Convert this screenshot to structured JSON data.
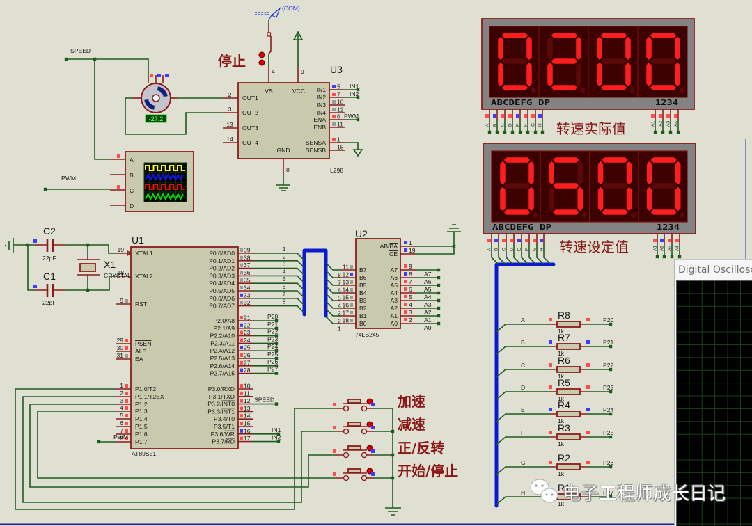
{
  "oscilloscope_window": {
    "title": "Digital Oscilloscope"
  },
  "logic_colors": {
    "high": "#ff4d4d",
    "low": "#3c3cff",
    "float": "#9a9a9a"
  },
  "segment_colors": {
    "on": "#ff1e1e",
    "off": "#5a0808"
  },
  "nets": {
    "speed": "SPEED",
    "pwm": "PWM"
  },
  "motor": {
    "reading": "-27.2",
    "pin_states": [
      "high",
      "low",
      "low"
    ]
  },
  "scope_symbol": {
    "channels": [
      {
        "label": "A",
        "state": "high"
      },
      {
        "label": "B",
        "state": null
      },
      {
        "label": "C",
        "state": "high"
      },
      {
        "label": "D",
        "state": null
      }
    ],
    "trace_colors": [
      "#ffff00",
      "#1010ff",
      "#ff0000",
      "#00e000"
    ]
  },
  "stop_switch": {
    "label": "停止",
    "com_label": "(COM)"
  },
  "crystal": {
    "ref": "X1",
    "part": "CRYSTAL"
  },
  "capacitors": [
    {
      "ref": "C2",
      "value": "22pF",
      "state": "low"
    },
    {
      "ref": "C1",
      "value": "22pF",
      "state": "low"
    }
  ],
  "u1": {
    "ref": "U1",
    "part": "AT89S51",
    "left_pins": [
      {
        "num": "19",
        "name": "XTAL1",
        "state": null
      },
      {
        "num": "18",
        "name": "XTAL2",
        "state": null
      },
      {
        "num": "9",
        "name": "RST",
        "state": "float"
      },
      {
        "num": "29",
        "name": "",
        "bar": "PSEN",
        "state": "high"
      },
      {
        "num": "30",
        "name": "ALE",
        "state": "high"
      },
      {
        "num": "31",
        "name": "",
        "bar": "EA",
        "state": "float"
      },
      {
        "num": "1",
        "name": "P1.0/T2",
        "state": "high"
      },
      {
        "num": "2",
        "name": "P1.1/T2EX",
        "state": "high"
      },
      {
        "num": "3",
        "name": "P1.2",
        "state": "high"
      },
      {
        "num": "4",
        "name": "P1.3",
        "state": "high"
      },
      {
        "num": "5",
        "name": "P1.4",
        "state": "high"
      },
      {
        "num": "6",
        "name": "P1.5",
        "state": "high"
      },
      {
        "num": "7",
        "name": "P1.6",
        "state": "high"
      },
      {
        "num": "8",
        "name": "P1.7",
        "state": "high",
        "net": "PWM"
      }
    ],
    "right_pins": [
      {
        "num": "39",
        "name": "P0.0/AD0",
        "state": "float",
        "net": "1"
      },
      {
        "num": "38",
        "name": "P0.1/AD1",
        "state": "float",
        "net": "2"
      },
      {
        "num": "37",
        "name": "P0.2/AD2",
        "state": "float",
        "net": "3"
      },
      {
        "num": "36",
        "name": "P0.3/AD3",
        "state": "float",
        "net": "4"
      },
      {
        "num": "35",
        "name": "P0.4/AD4",
        "state": "float",
        "net": "5"
      },
      {
        "num": "34",
        "name": "P0.5/AD5",
        "state": "float",
        "net": "6"
      },
      {
        "num": "33",
        "name": "P0.6/AD6",
        "state": "low",
        "net": "7"
      },
      {
        "num": "32",
        "name": "P0.7/AD7",
        "state": "float",
        "net": "8"
      },
      {
        "num": "21",
        "name": "P2.0/A8",
        "state": "high",
        "net": "P20"
      },
      {
        "num": "22",
        "name": "P2.1/A9",
        "state": "low",
        "net": "P21"
      },
      {
        "num": "23",
        "name": "P2.2/A10",
        "state": "high",
        "net": "P22"
      },
      {
        "num": "24",
        "name": "P2.3/A11",
        "state": "high",
        "net": "P23"
      },
      {
        "num": "25",
        "name": "P2.4/A12",
        "state": "low",
        "net": "P24"
      },
      {
        "num": "26",
        "name": "P2.5/A13",
        "state": "high",
        "net": "P25"
      },
      {
        "num": "27",
        "name": "P2.6/A14",
        "state": "high",
        "net": "P26"
      },
      {
        "num": "28",
        "name": "P2.7/A15",
        "state": "low",
        "net": "P27"
      },
      {
        "num": "10",
        "name": "P3.0/RXD",
        "state": "high"
      },
      {
        "num": "11",
        "name": "P3.1/TXD",
        "state": "high"
      },
      {
        "num": "12",
        "name": "P3.2/",
        "bar": "INT0",
        "state": "high",
        "net": "SPEED"
      },
      {
        "num": "13",
        "name": "P3.3/",
        "bar": "INT1",
        "state": "high"
      },
      {
        "num": "14",
        "name": "P3.4/T0",
        "state": "high"
      },
      {
        "num": "15",
        "name": "P3.5/T1",
        "state": "high"
      },
      {
        "num": "16",
        "name": "P3.6/",
        "bar": "WR",
        "state": "low",
        "net": "IN1"
      },
      {
        "num": "17",
        "name": "P3.7/",
        "bar": "RD",
        "state": "high",
        "net": "IN2"
      }
    ]
  },
  "u2": {
    "ref": "U2",
    "part": "74LS245",
    "left_pins": [
      {
        "num": "11",
        "name": "B7",
        "state": "float",
        "net": "8"
      },
      {
        "num": "12",
        "name": "B6",
        "state": "low",
        "net": "7"
      },
      {
        "num": "13",
        "name": "B5",
        "state": "float",
        "net": "6"
      },
      {
        "num": "14",
        "name": "B4",
        "state": "float",
        "net": "5"
      },
      {
        "num": "15",
        "name": "B3",
        "state": "float",
        "net": "4"
      },
      {
        "num": "16",
        "name": "B2",
        "state": "float",
        "net": "3"
      },
      {
        "num": "17",
        "name": "B1",
        "state": "float",
        "net": "2"
      },
      {
        "num": "18",
        "name": "B0",
        "state": "float",
        "net": "1"
      }
    ],
    "right_pins": [
      {
        "num": "1",
        "name": "AB/",
        "bar": "BA",
        "state": "low"
      },
      {
        "num": "19",
        "name": "",
        "bar": "CE",
        "state": "low"
      },
      {
        "num": "9",
        "name": "A7",
        "state": "high",
        "net": "A7"
      },
      {
        "num": "8",
        "name": "A6",
        "state": "low",
        "net": "A6"
      },
      {
        "num": "7",
        "name": "A5",
        "state": "high",
        "net": "A5"
      },
      {
        "num": "6",
        "name": "A4",
        "state": "high",
        "net": "A4"
      },
      {
        "num": "5",
        "name": "A3",
        "state": "high",
        "net": "A3"
      },
      {
        "num": "4",
        "name": "A2",
        "state": "high",
        "net": "A2"
      },
      {
        "num": "3",
        "name": "A1",
        "state": "high",
        "net": "A1"
      },
      {
        "num": "2",
        "name": "A0",
        "state": "high",
        "net": "A0"
      }
    ]
  },
  "u3": {
    "ref": "U3",
    "part": "L298",
    "left_pins": [
      {
        "num": "2",
        "name": "OUT1"
      },
      {
        "num": "3",
        "name": "OUT2"
      },
      {
        "num": "13",
        "name": "OUT3"
      },
      {
        "num": "14",
        "name": "OUT4"
      }
    ],
    "top_pins": [
      {
        "num": "4",
        "name": "VS"
      },
      {
        "num": "9",
        "name": "VCC"
      }
    ],
    "bottom_pins": [
      {
        "num": "8",
        "name": "GND"
      }
    ],
    "right_pins": [
      {
        "num": "5",
        "name": "IN1",
        "state": "low",
        "net": "IN1"
      },
      {
        "num": "7",
        "name": "IN2",
        "state": "high",
        "net": "IN2"
      },
      {
        "num": "10",
        "name": "IN3",
        "state": "float"
      },
      {
        "num": "12",
        "name": "IN4",
        "state": "float"
      },
      {
        "num": "6",
        "name": "ENA",
        "state": "high",
        "net": "PWM"
      },
      {
        "num": "11",
        "name": "ENB",
        "state": "float"
      },
      {
        "num": "1",
        "name": "SENSA",
        "state": "high"
      },
      {
        "num": "15",
        "name": "SENSB",
        "state": null
      }
    ]
  },
  "displays": [
    {
      "digits": "0200",
      "segment_label": "ABCDEFG DP",
      "digit_label": "1234",
      "caption": "转速实际值",
      "pins": [
        {
          "label": "A",
          "state": "high"
        },
        {
          "label": "B",
          "state": "low"
        },
        {
          "label": "C",
          "state": "high"
        },
        {
          "label": "D",
          "state": "high"
        },
        {
          "label": "E",
          "state": "low"
        },
        {
          "label": "F",
          "state": "high"
        },
        {
          "label": "G",
          "state": "high"
        },
        {
          "label": "H",
          "state": "low"
        }
      ],
      "digit_pins": [
        {
          "label": "A1",
          "state": "high"
        },
        {
          "label": "A2",
          "state": "high"
        },
        {
          "label": "A3",
          "state": "high"
        },
        {
          "label": "A4",
          "state": "high"
        }
      ]
    },
    {
      "digits": "0500",
      "segment_label": "ABCDEFG DP",
      "digit_label": "1234",
      "caption": "转速设定值",
      "pins": [
        {
          "label": "A",
          "state": "high"
        },
        {
          "label": "B",
          "state": "low"
        },
        {
          "label": "C",
          "state": "high"
        },
        {
          "label": "D",
          "state": "high"
        },
        {
          "label": "E",
          "state": "low"
        },
        {
          "label": "F",
          "state": "high"
        },
        {
          "label": "G",
          "state": "high"
        },
        {
          "label": "H",
          "state": "low"
        }
      ],
      "digit_pins": [
        {
          "label": "A1",
          "state": "high"
        },
        {
          "label": "A2",
          "state": "low"
        },
        {
          "label": "A3",
          "state": "high"
        },
        {
          "label": "A4",
          "state": "high"
        }
      ]
    }
  ],
  "resistors": [
    {
      "ref": "R8",
      "value": "1k",
      "net_in": "A",
      "net_out": "P20",
      "states": [
        "high",
        "high"
      ]
    },
    {
      "ref": "R7",
      "value": "1k",
      "net_in": "B",
      "net_out": "P21",
      "states": [
        "low",
        "low"
      ]
    },
    {
      "ref": "R6",
      "value": "1k",
      "net_in": "C",
      "net_out": "P22",
      "states": [
        "high",
        "high"
      ]
    },
    {
      "ref": "R5",
      "value": "1k",
      "net_in": "D",
      "net_out": "P23",
      "states": [
        "high",
        "high"
      ]
    },
    {
      "ref": "R4",
      "value": "1k",
      "net_in": "E",
      "net_out": "P24",
      "states": [
        "low",
        "low"
      ]
    },
    {
      "ref": "R3",
      "value": "1k",
      "net_in": "F",
      "net_out": "P25",
      "states": [
        "high",
        "high"
      ]
    },
    {
      "ref": "R2",
      "value": "1k",
      "net_in": "G",
      "net_out": "P26",
      "states": [
        "high",
        "high"
      ]
    },
    {
      "ref": "R1",
      "value": "1k",
      "net_in": "H",
      "net_out": "P27",
      "states": [
        "low",
        "low"
      ]
    }
  ],
  "buttons": [
    {
      "label": "加速",
      "states": [
        "high",
        "low"
      ]
    },
    {
      "label": "减速",
      "states": [
        "high",
        "low"
      ]
    },
    {
      "label": "正/反转",
      "states": [
        "high",
        "low"
      ]
    },
    {
      "label": "开始/停止",
      "states": [
        "high",
        "low"
      ]
    }
  ],
  "watermark": {
    "text": "电子工程师成长日记"
  }
}
